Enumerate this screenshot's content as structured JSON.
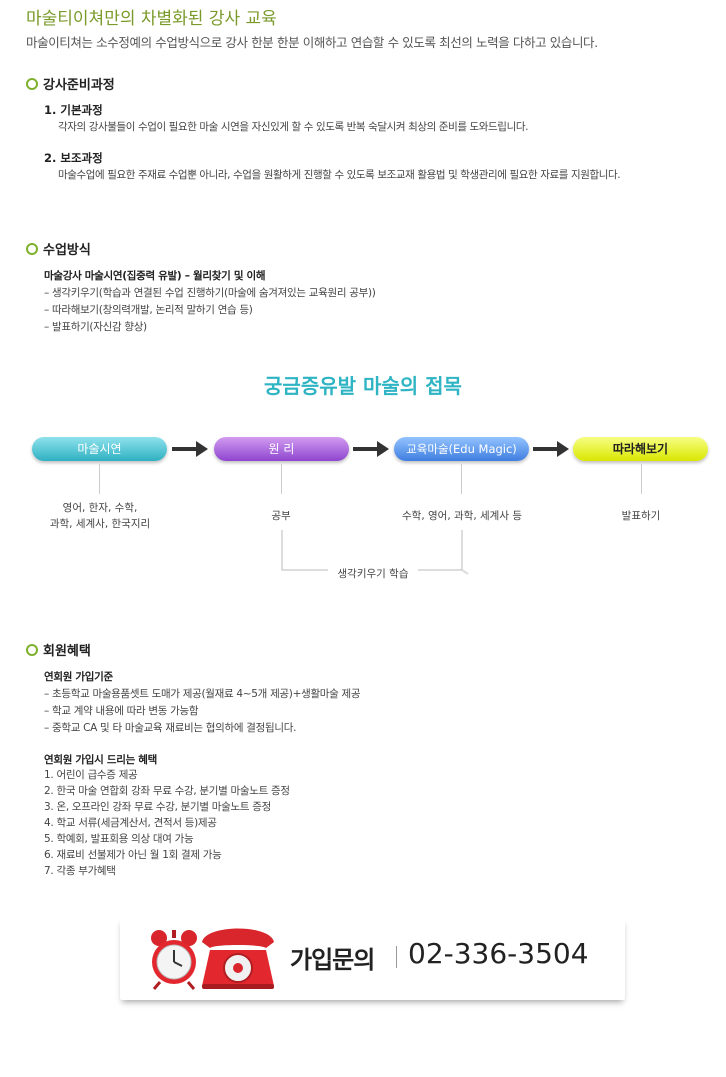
{
  "header": {
    "title": "마술티이쳐만의 차별화된 강사 교육",
    "subtitle": "마술이티쳐는 소수정예의 수업방식으로 강사 한분 한분 이해하고 연습할 수 있도록 최선의 노력을 다하고 있습니다."
  },
  "section1": {
    "heading": "강사준비과정",
    "items": [
      {
        "title": "1. 기본과정",
        "desc": "각자의 강사불들이 수업이 필요한 마술 시연을 자신있게 할 수 있도록 반복 숙달시켜 최상의 준비를 도와드립니다."
      },
      {
        "title": "2. 보조과정",
        "desc": "마술수업에 필요한 주재료 수업뿐 아니라, 수업을 원활하게 진행할 수 있도록 보조교재 활용법 및 학생관리에 필요한 자료를 지원합니다."
      }
    ]
  },
  "section2": {
    "heading": "수업방식",
    "lead": "마술강사 마술시연(집중력 유발) – 월리찾기 및 이해",
    "lines": [
      "– 생각키우기(학습과 연결된 수업 진행하기(마술에 숨겨져있는 교육원리 공부))",
      "– 따라해보기(창의력개발, 논리적 말하기 연습 등)",
      "– 발표하기(자신감 향상)"
    ]
  },
  "diagram": {
    "title": "궁금증유발 마술의 접목",
    "steps": [
      "마술시연",
      "원 리",
      "교육마술(Edu Magic)",
      "따라해보기"
    ],
    "labels": {
      "step1_line1": "영어, 한자, 수학,",
      "step1_line2": "과학,  세계사, 한국지리",
      "step2": "공부",
      "step3": "수학, 영어, 과학, 세계사 등",
      "step4": "발표하기",
      "bracket": "생각키우기 학습"
    }
  },
  "section3": {
    "heading": "회원혜택",
    "group1_title": "연회원 가입기준",
    "group1_lines": [
      "– 초등학교 마술용품셋트 도매가 제공(월재료 4~5개 제공)+생활마술 제공",
      "– 학교 계약 내용에 따라 변동 가능함",
      "– 중학교 CA 및 타 마술교육 재료비는 협의하에 결정됩니다."
    ],
    "group2_title": "연회원 가입시 드리는 혜택",
    "group2_lines": [
      "1. 어린이 급수증 제공",
      "2. 한국 마술 연합회 강좌 무료 수강, 분기별 마술노트 증정",
      "3. 온, 오프라인 강좌 무료 수강, 분기별 마술노트 증정",
      "4. 학교 서류(세금계산서, 견적서 등)제공",
      "5. 학예회, 발표회용 의상 대여 가능",
      "6. 재료비 선불제가 아닌 월 1회 결제 가능",
      "7. 각종 부가혜택"
    ]
  },
  "banner": {
    "label": "가입문의",
    "phone": "02-336-3504",
    "icons": [
      "alarm-clock-icon",
      "telephone-icon"
    ],
    "accent_color": "#e0262b"
  }
}
